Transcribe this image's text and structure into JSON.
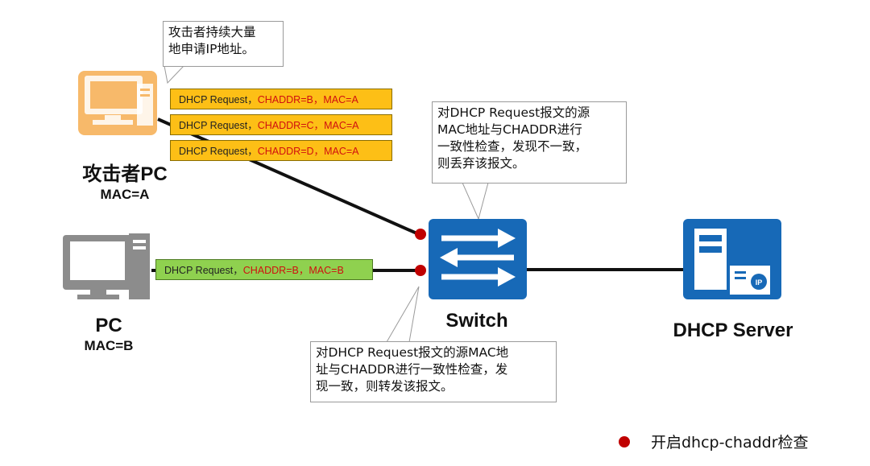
{
  "attacker": {
    "name": "攻击者PC",
    "mac": "MAC=A",
    "callout": [
      "攻击者持续大量",
      "地申请IP地址。"
    ]
  },
  "attack_packets": [
    {
      "prefix": "DHCP Request，",
      "chaddr": "CHADDR=B",
      "sep": "，",
      "mac": "MAC=A"
    },
    {
      "prefix": "DHCP Request，",
      "chaddr": "CHADDR=C",
      "sep": "，",
      "mac": "MAC=A"
    },
    {
      "prefix": "DHCP Request，",
      "chaddr": "CHADDR=D",
      "sep": "，",
      "mac": "MAC=A"
    }
  ],
  "pc": {
    "name": "PC",
    "mac": "MAC=B",
    "packet": {
      "prefix": "DHCP Request，",
      "chaddr": "CHADDR=B",
      "sep": "，",
      "mac": "MAC=B"
    }
  },
  "switch": {
    "name": "Switch",
    "callout_top": [
      "对DHCP Request报文的源",
      "MAC地址与CHADDR进行",
      "一致性检查，发现不一致，",
      "则丢弃该报文。"
    ],
    "callout_bottom": [
      "对DHCP Request报文的源MAC地",
      "址与CHADDR进行一致性检查，发",
      "现一致，则转发该报文。"
    ]
  },
  "server": {
    "name": "DHCP Server"
  },
  "legend": {
    "label": "开启dhcp-chaddr检查"
  },
  "colors": {
    "attacker_icon": "#f7b96a",
    "pc_icon": "#8c8c8c",
    "switch_blue": "#1769b7",
    "server_blue": "#1769b7",
    "check_dot": "#c00000",
    "attack_packet": "#fdbf16",
    "legit_packet": "#8fd14f",
    "red_text": "#d00f0f"
  }
}
